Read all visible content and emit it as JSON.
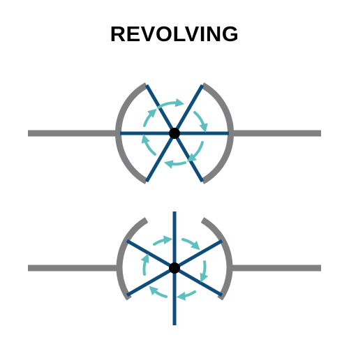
{
  "title": "REVOLVING",
  "colors": {
    "wall": "#808083",
    "door_leaf": "#0e4d7b",
    "rotation_arrows": "#5ebfbf",
    "pivot": "#000000",
    "background": "#ffffff"
  },
  "symbols": [
    {
      "name": "revolving-door-closed",
      "leaf_angles_deg": [
        0,
        60,
        120
      ]
    },
    {
      "name": "revolving-door-open",
      "leaf_angles_deg": [
        90,
        30,
        150
      ]
    }
  ]
}
